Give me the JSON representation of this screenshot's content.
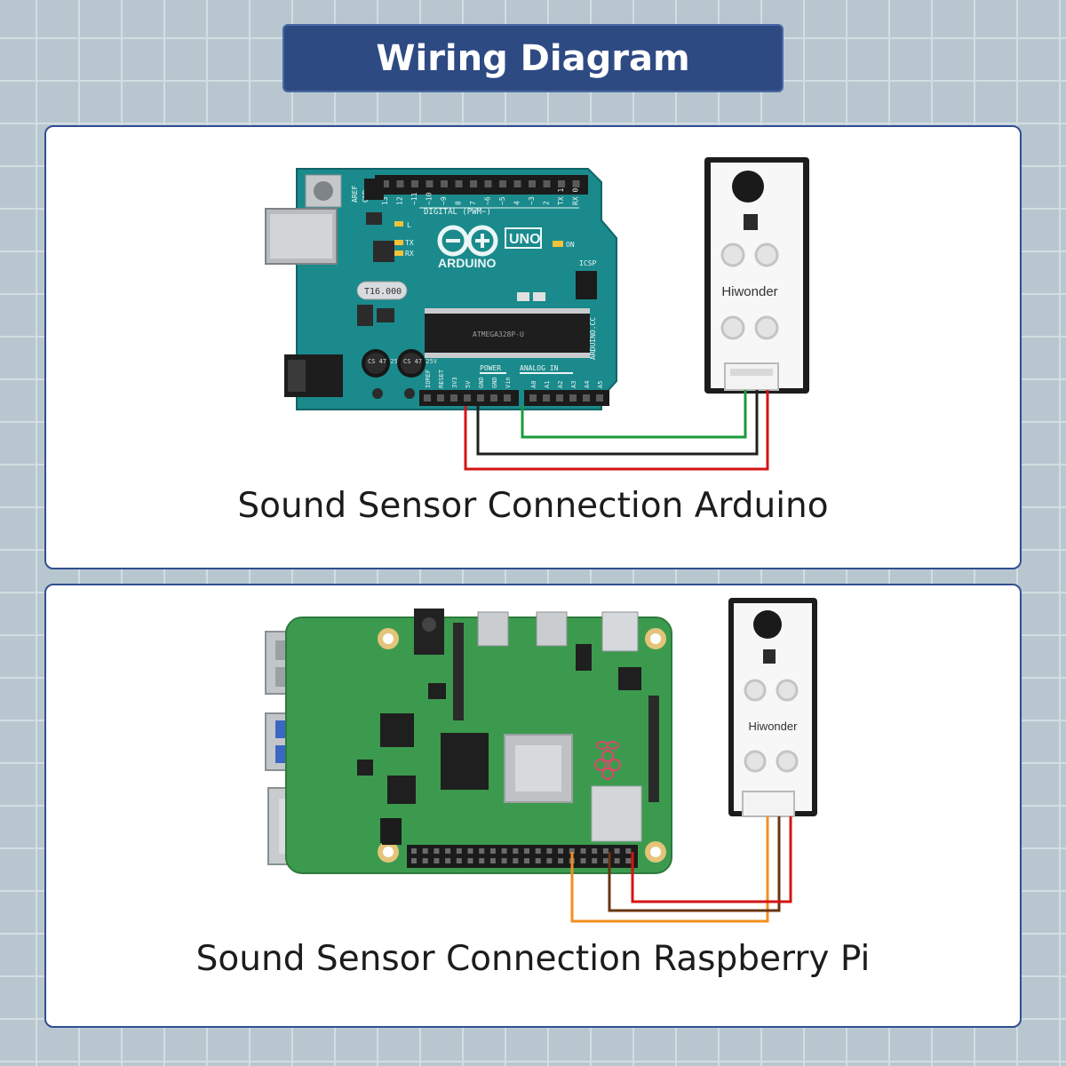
{
  "header": {
    "title": "Wiring Diagram"
  },
  "arduino_panel": {
    "caption": "Sound Sensor Connection Arduino",
    "board": {
      "logo_text": "ARDUINO",
      "model_text": "UNO",
      "website_text": "ARDUINO.CC",
      "digital_label": "DIGITAL (PWM~)",
      "power_label": "POWER",
      "analog_label": "ANALOG IN",
      "crystal_text": "T16.000",
      "cap1_text": "CS 47 25V",
      "cap2_text": "CS 47 25V",
      "chip_text": "ATMEGA328P-U",
      "aref_text": "AREF",
      "gnd_top_text": "GND",
      "pins_digital": [
        "13",
        "12",
        "~11",
        "~10",
        "~9",
        "8",
        "7",
        "~6",
        "~5",
        "4",
        "~3",
        "2",
        "TX 1",
        "RX 0"
      ],
      "pins_power": [
        "IOREF",
        "RESET",
        "3V3",
        "5V",
        "GND",
        "GND",
        "Vin"
      ],
      "pins_analog": [
        "A0",
        "A1",
        "A2",
        "A3",
        "A4",
        "A5"
      ],
      "led_labels": [
        "L",
        "TX",
        "RX",
        "ON"
      ],
      "icsp_label": "ICSP"
    },
    "sensor": {
      "brand": "Hiwonder"
    },
    "wire_colors": {
      "signal": "#1a9a3a",
      "ground": "#202020",
      "power": "#d41414"
    }
  },
  "rpi_panel": {
    "caption": "Sound Sensor Connection Raspberry Pi",
    "sensor": {
      "brand": "Hiwonder"
    },
    "wire_colors": {
      "signal": "#f0901e",
      "ground": "#6b3511",
      "power": "#d41414"
    }
  }
}
